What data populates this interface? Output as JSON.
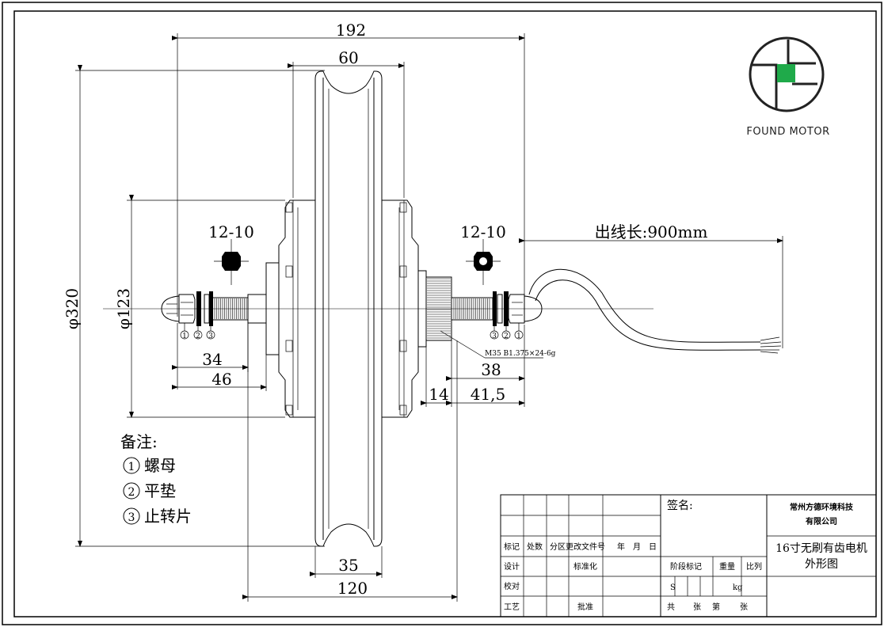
{
  "dimensions": {
    "d192": "192",
    "d60": "60",
    "d320": "φ320",
    "d123": "φ123",
    "d34": "34",
    "d46": "46",
    "d35": "35",
    "d120": "120",
    "d38": "38",
    "d14": "14",
    "d415": "41,5",
    "nut_left": "12-10",
    "nut_right": "12-10",
    "thread": "M35 B1.375×24-6g",
    "cable": "出线长:900mm"
  },
  "callouts": [
    "1",
    "2",
    "3"
  ],
  "notes": {
    "title": "备注:",
    "items": [
      {
        "num": "1",
        "text": "螺母"
      },
      {
        "num": "2",
        "text": "平垫"
      },
      {
        "num": "3",
        "text": "止转片"
      }
    ]
  },
  "logo": {
    "text": "FOUND MOTOR",
    "accent": "#1faa4a"
  },
  "title_block": {
    "sign": "签名:",
    "company_line1": "常州方德环境科技",
    "company_line2": "有限公司",
    "drawing_title_line1": "16寸无刷有齿电机",
    "drawing_title_line2": "外形图",
    "row_headers": [
      "标记",
      "处数",
      "分区",
      "更改文件号",
      "年",
      "月",
      "日"
    ],
    "design": "设计",
    "standard": "标准化",
    "check": "校对",
    "process": "工艺",
    "approve": "批准",
    "stage_mark": "阶段标记",
    "weight": "重量",
    "scale": "比列",
    "s": "S",
    "kg": "kg",
    "total": "共",
    "sheets": "张",
    "sheet_no": "第",
    "sheet_unit": "张"
  }
}
